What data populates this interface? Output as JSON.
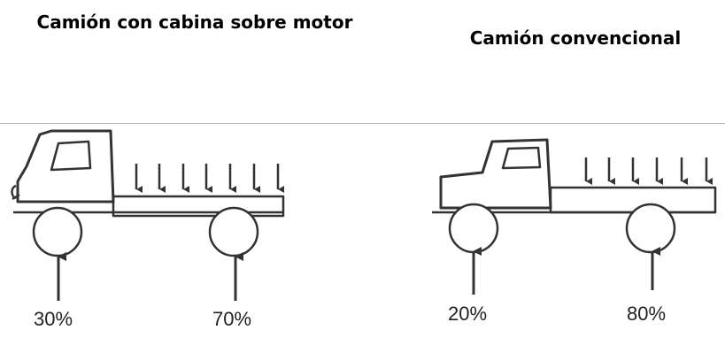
{
  "titles": {
    "left": "Camión con cabina sobre motor",
    "right": "Camión convencional"
  },
  "trucks": [
    {
      "front_pct": "30%",
      "rear_pct": "70%"
    },
    {
      "front_pct": "20%",
      "rear_pct": "80%"
    }
  ],
  "colors": {
    "stroke": "#333333",
    "divider": "#b5b5b5"
  }
}
